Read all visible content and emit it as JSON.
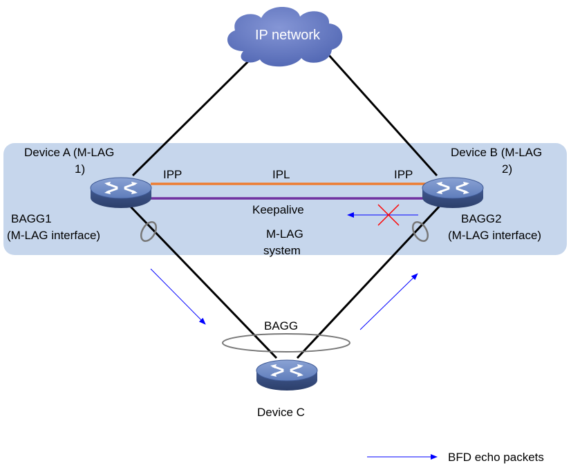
{
  "cloud": {
    "label": "IP network"
  },
  "device_a": {
    "line1": "Device A (M-LAG",
    "line2": "1)",
    "bagg_line1": "BAGG1",
    "bagg_line2": "(M-LAG interface)"
  },
  "device_b": {
    "line1": "Device B (M-LAG",
    "line2": "2)",
    "bagg_line1": "BAGG2",
    "bagg_line2": "(M-LAG interface)"
  },
  "device_c": {
    "label": "Device C",
    "bagg_label": "BAGG"
  },
  "links": {
    "ipp_left": "IPP",
    "ipl": "IPL",
    "ipp_right": "IPP",
    "keepalive": "Keepalive"
  },
  "system": {
    "line1": "M-LAG",
    "line2": "system"
  },
  "legend": {
    "label": "BFD echo packets"
  },
  "colors": {
    "system_area": "#c6d6ec",
    "ipl_link": "#ed7d31",
    "keepalive_link": "#7030a0",
    "bfd_arrow": "#0000ff",
    "failure_mark": "#ff0000",
    "device_body": "#4f6da8",
    "cloud_fill": "#6077c2"
  }
}
